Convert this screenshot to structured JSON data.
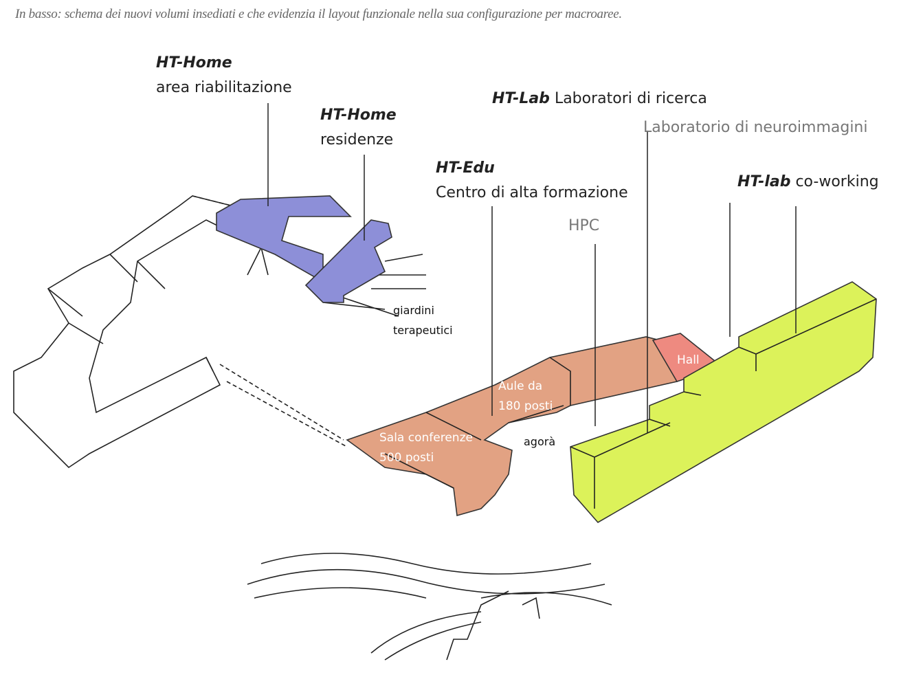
{
  "caption": "In basso: schema dei nuovi volumi insediati e che evidenzia il layout funzionale nella sua configurazione per macroaree.",
  "labels": {
    "home_rehab": {
      "title": "HT-Home",
      "text": "area riabilitazione"
    },
    "home_res": {
      "title": "HT-Home",
      "text": "residenze"
    },
    "edu": {
      "title": "HT-Edu",
      "text": "Centro di alta formazione"
    },
    "lab": {
      "title": "HT-Lab",
      "text": "Laboratori di ricerca"
    },
    "neuro": "Laboratorio di neuroimmagini",
    "cowork": {
      "title": "HT-lab",
      "text": "co-working"
    },
    "hpc": "HPC",
    "gardens": [
      "giardini",
      "terapeutici"
    ],
    "aule": [
      "Aule da",
      "180 posti"
    ],
    "sala": [
      "Sala conferenze",
      "500 posti"
    ],
    "hall": "Hall",
    "agora": "agorà"
  },
  "colors": {
    "home": "#8d8fd8",
    "edu": "#e2a283",
    "hall": "#ee8a80",
    "lab": "#dcf25a"
  }
}
